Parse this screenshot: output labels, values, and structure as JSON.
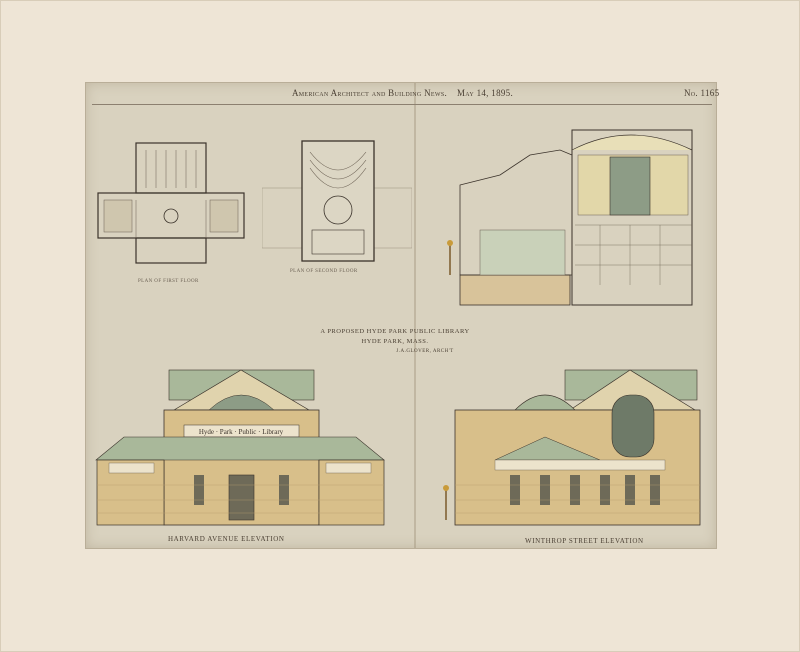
{
  "header": {
    "publication": "American Architect and Building News.",
    "date": "May 14, 1895.",
    "number": "No. 1165"
  },
  "plans": {
    "first_floor": "Plan of First Floor",
    "second_floor": "Plan of Second Floor"
  },
  "title_block": {
    "line1": "A Proposed Hyde Park Public Library",
    "line2": "Hyde Park, Mass.",
    "architect": "J.A.Glover, Arch't"
  },
  "elevations": {
    "harvard": "Harvard Avenue Elevation",
    "winthrop": "Winthrop Street Elevation",
    "frieze_text": "Hyde · Park · Public · Library"
  },
  "colors": {
    "mat": "#eee5d6",
    "paper": "#d9d2bf",
    "stone": "#d8bf8a",
    "roof": "#a9b89a",
    "ink": "#3b332b"
  }
}
